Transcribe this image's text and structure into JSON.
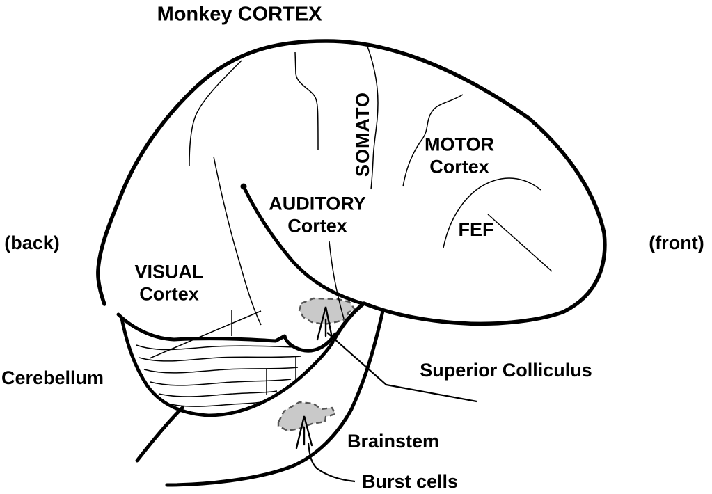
{
  "title": "Monkey CORTEX",
  "orientation": {
    "back": "(back)",
    "front": "(front)"
  },
  "regions": {
    "somato": "SOMATO",
    "motor": {
      "line1": "MOTOR",
      "line2": "Cortex"
    },
    "auditory": {
      "line1": "AUDITORY",
      "line2": "Cortex"
    },
    "fef": "FEF",
    "visual": {
      "line1": "VISUAL",
      "line2": "Cortex"
    },
    "cerebellum": "Cerebellum"
  },
  "callouts": {
    "superior_colliculus": "Superior Colliculus",
    "brainstem": "Brainstem",
    "burst_cells": "Burst cells"
  },
  "colors": {
    "ink": "#000000",
    "highlight_fill": "#c9c9c9",
    "highlight_edge": "#555555",
    "background": "#ffffff"
  }
}
